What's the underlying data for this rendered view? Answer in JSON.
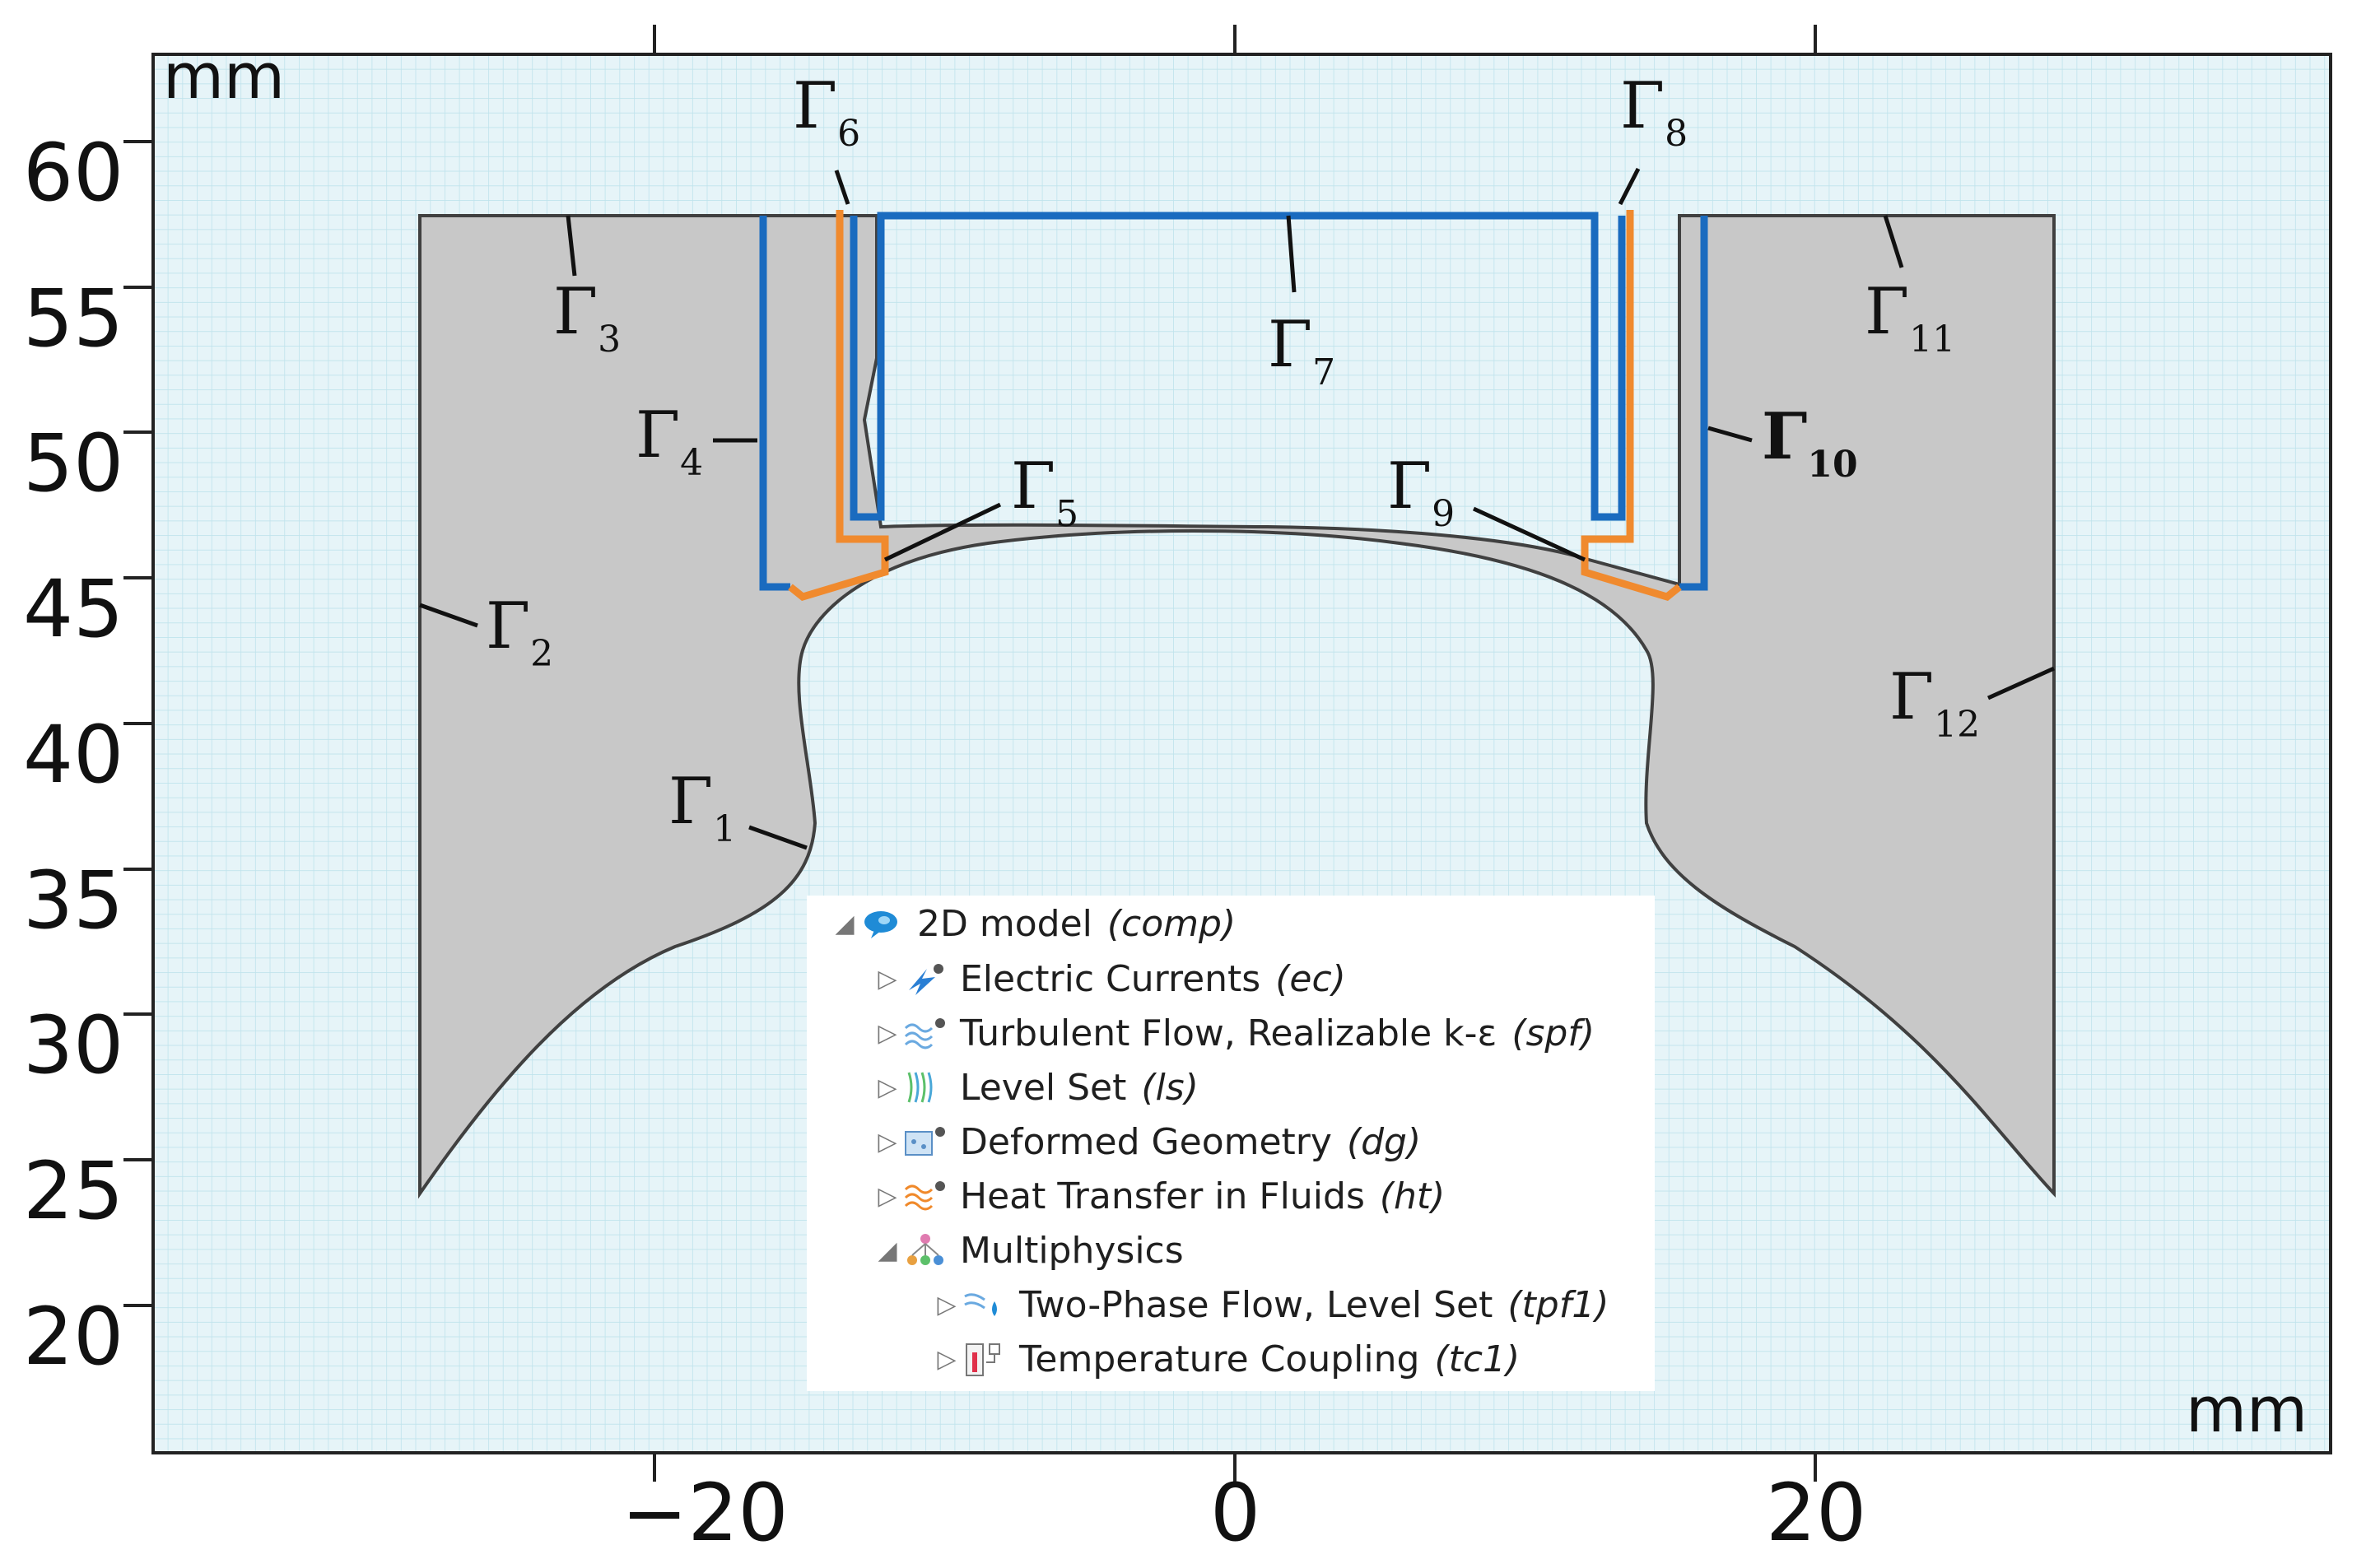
{
  "axes": {
    "y_unit": "mm",
    "x_unit": "mm",
    "y_ticks": [
      "60",
      "55",
      "50",
      "45",
      "40",
      "35",
      "30",
      "25",
      "20"
    ],
    "x_ticks": [
      "−20",
      "0",
      "20"
    ]
  },
  "boundary_labels": [
    {
      "letter": "Γ",
      "index": "1"
    },
    {
      "letter": "Γ",
      "index": "2"
    },
    {
      "letter": "Γ",
      "index": "3"
    },
    {
      "letter": "Γ",
      "index": "4"
    },
    {
      "letter": "Γ",
      "index": "5"
    },
    {
      "letter": "Γ",
      "index": "6"
    },
    {
      "letter": "Γ",
      "index": "7"
    },
    {
      "letter": "Γ",
      "index": "8"
    },
    {
      "letter": "Γ",
      "index": "9"
    },
    {
      "letter": "Γ",
      "index": "10"
    },
    {
      "letter": "Γ",
      "index": "11"
    },
    {
      "letter": "Γ",
      "index": "12"
    }
  ],
  "colors": {
    "background": "#e6f4f8",
    "grid": "#b9e0ea",
    "domain_fill": "#c8c8c8",
    "domain_stroke": "#404040",
    "blue_boundary": "#1a6bbf",
    "orange_boundary": "#f08a2e"
  },
  "model_tree": {
    "root": {
      "label": "2D model",
      "tag": "(comp)",
      "icon": "model-icon",
      "expanded": true
    },
    "items": [
      {
        "label": "Electric Currents",
        "tag": "(ec)",
        "icon": "electric-currents-icon",
        "expanded": false
      },
      {
        "label": "Turbulent Flow,  Realizable k-ε",
        "tag": "(spf)",
        "icon": "turbulent-flow-icon",
        "expanded": false
      },
      {
        "label": "Level Set",
        "tag": "(ls)",
        "icon": "level-set-icon",
        "expanded": false
      },
      {
        "label": "Deformed Geometry",
        "tag": "(dg)",
        "icon": "deformed-geometry-icon",
        "expanded": false
      },
      {
        "label": "Heat Transfer in Fluids",
        "tag": "(ht)",
        "icon": "heat-transfer-icon",
        "expanded": false
      },
      {
        "label": "Multiphysics",
        "tag": "",
        "icon": "multiphysics-icon",
        "expanded": true
      }
    ],
    "multiphysics_children": [
      {
        "label": "Two-Phase Flow,  Level Set",
        "tag": "(tpf1)",
        "icon": "two-phase-flow-icon",
        "expanded": false
      },
      {
        "label": "Temperature Coupling",
        "tag": "(tc1)",
        "icon": "temperature-coupling-icon",
        "expanded": false
      }
    ]
  }
}
